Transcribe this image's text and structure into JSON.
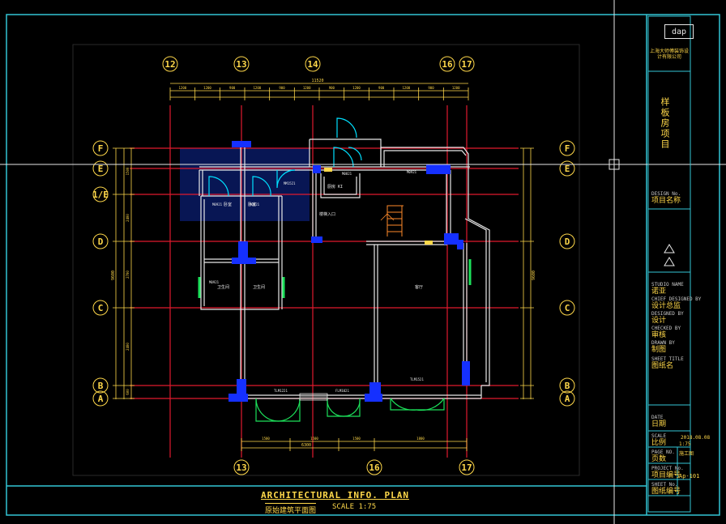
{
  "drawing": {
    "title": "ARCHITECTURAL INFO. PLAN",
    "subtitle": "原始建筑平面图",
    "scale": "SCALE 1:75"
  },
  "title_block": {
    "logo": "dap",
    "firm": "上海大师傅装饰设计有限公司",
    "project_title": "样板房项目",
    "rows": [
      {
        "label": "DESIGN No.",
        "value": "项目名称"
      },
      {
        "label": "STUDIO NAME",
        "value": "诺亚"
      },
      {
        "label": "CHIEF DESIGNED BY",
        "value": "设计总监"
      },
      {
        "label": "DESIGNED BY",
        "value": "设计"
      },
      {
        "label": "CHECKED BY",
        "value": "审核"
      },
      {
        "label": "DRAWN BY",
        "value": "制图"
      },
      {
        "label": "SHEET TITLE",
        "value": "图纸名"
      }
    ],
    "date": "2018.08.08",
    "scale_value": "1:75",
    "stage": "施工图",
    "sheet_no": "Ap-101",
    "foot": [
      {
        "label": "DATE",
        "value": "日期"
      },
      {
        "label": "SCALE",
        "value": "比例"
      },
      {
        "label": "PAGE NO.",
        "value": "页数"
      },
      {
        "label": "PROJECT No.",
        "value": "项目编号"
      },
      {
        "label": "SHEET No.",
        "value": "图纸编号"
      }
    ]
  },
  "axes": {
    "top": [
      "12",
      "13",
      "14",
      "16",
      "17"
    ],
    "bottom": [
      "13",
      "16",
      "17"
    ],
    "left": [
      "F",
      "E",
      "1/E",
      "D",
      "C",
      "B",
      "A"
    ],
    "right": [
      "F",
      "E",
      "D",
      "C",
      "B",
      "A"
    ]
  },
  "dims": {
    "top_total": "11520",
    "top_segments": [
      "1200",
      "1200",
      "900",
      "1200",
      "900",
      "1200",
      "900",
      "1200",
      "900",
      "1200",
      "900",
      "1200"
    ],
    "bottom_total": "6300",
    "bottom_segments": [
      "1500",
      "1500",
      "1500",
      "1800"
    ],
    "left_total": "9600",
    "left_segments": [
      "1500",
      "2400",
      "2700",
      "2400",
      "600"
    ],
    "right_total": "9600"
  },
  "rooms": [
    {
      "label": "厨房 KI"
    },
    {
      "label": "卫生间"
    },
    {
      "label": "卫生间"
    },
    {
      "label": "楼梯入口"
    },
    {
      "label": "客厅"
    },
    {
      "label": "卧室"
    },
    {
      "label": "卧室"
    }
  ],
  "doors": [
    "M0821",
    "M0921",
    "M0921",
    "MM1521",
    "M0921",
    "M0921",
    "TLM1521",
    "TLM1221",
    "FLM1021"
  ],
  "colors": {
    "axis": "#ffd84a",
    "grid": "#e0192e",
    "wall": "#e8e8e8",
    "column": "#1530ff",
    "door": "#00e0ff",
    "window": "#1ce05a",
    "frame": "#33c6d6",
    "dim": "#ffd84a",
    "hatch": "#102a9a"
  }
}
